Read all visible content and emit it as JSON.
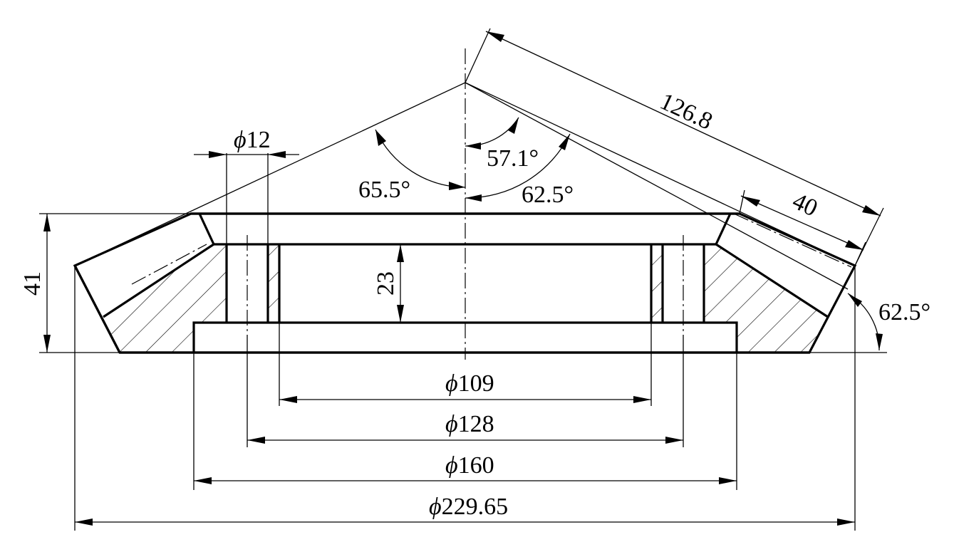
{
  "dimensions": {
    "phi_symbol": "ϕ",
    "d12": "12",
    "d109": "109",
    "d128": "128",
    "d160": "160",
    "d229": "229.65",
    "h41": "41",
    "h23": "23",
    "slant126": "126.8",
    "face40": "40",
    "angle655": "65.5°",
    "angle571": "57.1°",
    "angle625_top": "62.5°",
    "angle625_right": "62.5°"
  }
}
